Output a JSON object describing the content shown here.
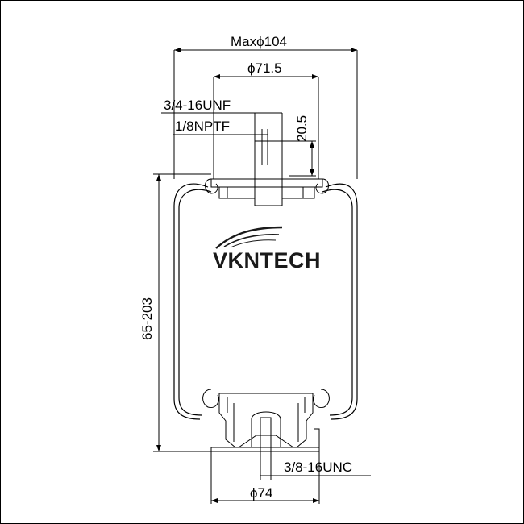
{
  "drawing": {
    "dims": {
      "max_diameter": "Maxϕ104",
      "top_plate_diameter": "ϕ71.5",
      "top_thread": "3/4-16UNF",
      "air_port": "1/8NPTF",
      "stud_height": "20.5",
      "height_range": "65-203",
      "bottom_thread": "3/8-16UNC",
      "bottom_diameter": "ϕ74"
    },
    "logo": {
      "text": "KNTECH",
      "mark": "V"
    }
  }
}
